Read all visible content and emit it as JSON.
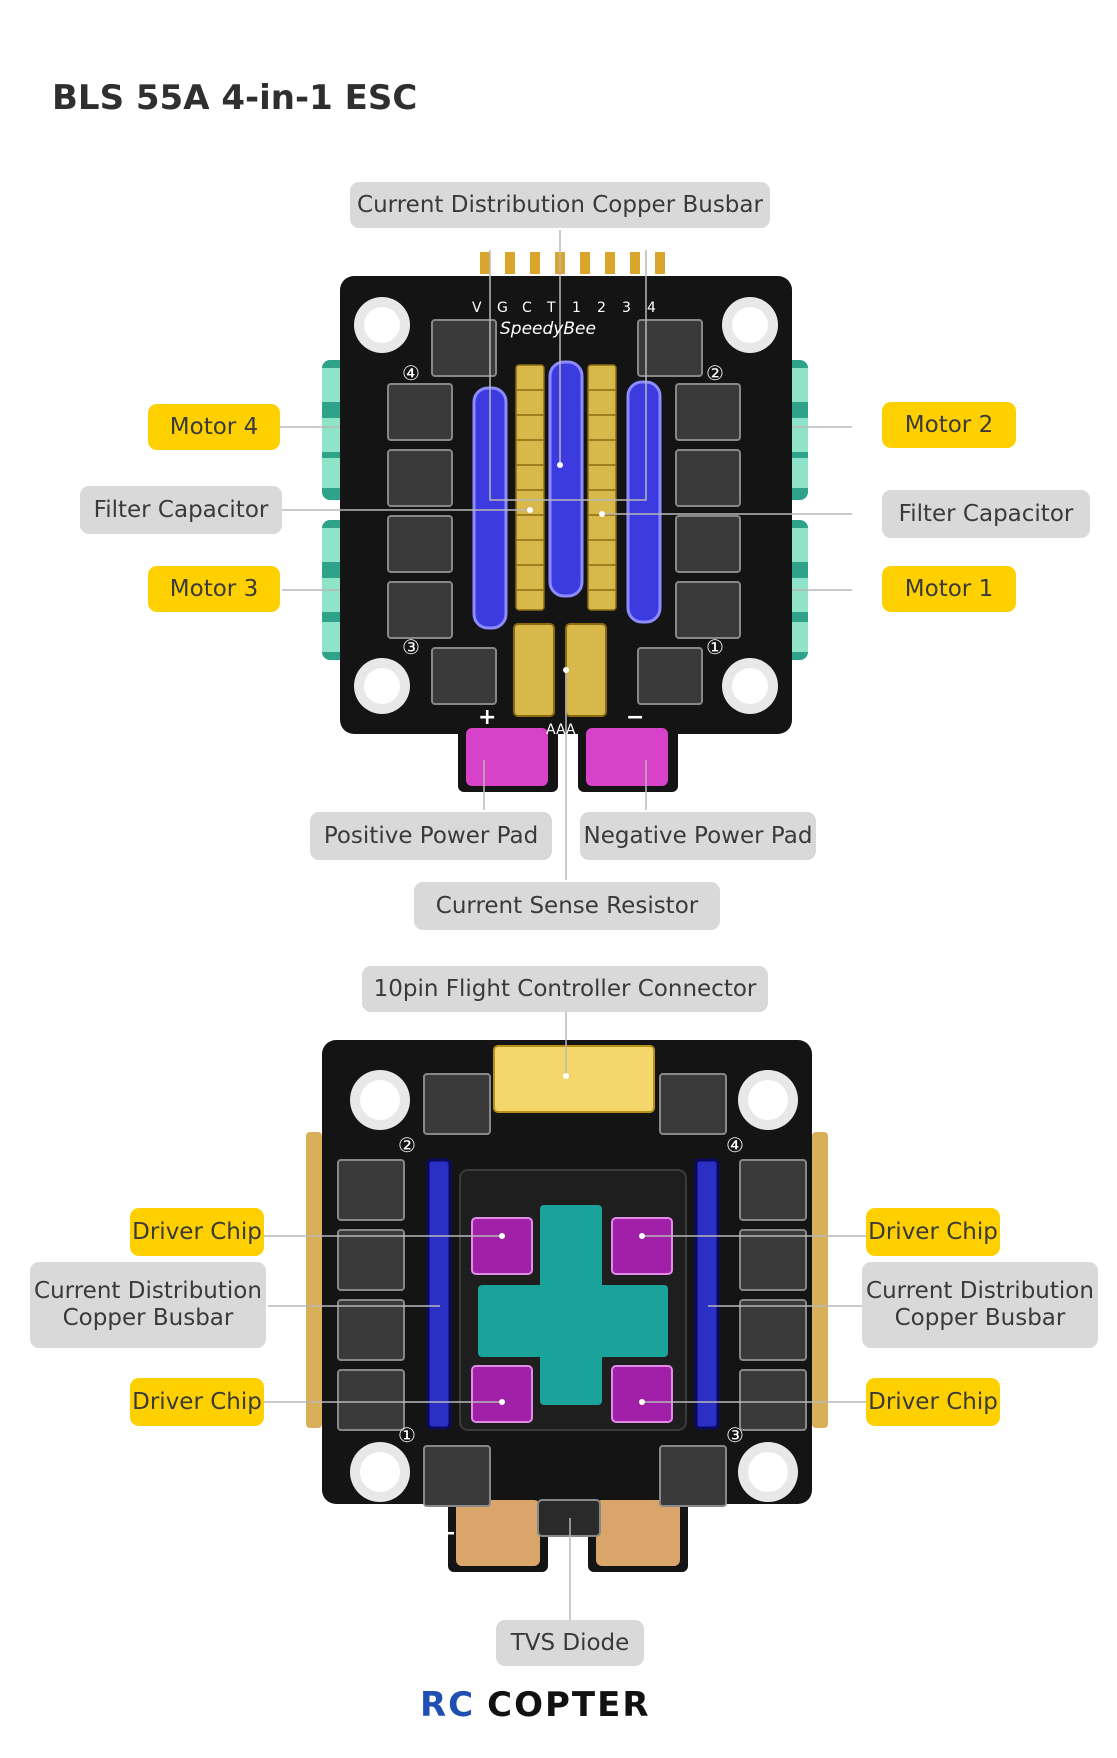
{
  "title": "BLS 55A 4-in-1 ESC",
  "top_view": {
    "labels": {
      "busbar": "Current Distribution Copper Busbar",
      "motor4": "Motor 4",
      "motor2": "Motor 2",
      "filter_left": "Filter Capacitor",
      "filter_right": "Filter Capacitor",
      "motor3": "Motor 3",
      "motor1": "Motor 1",
      "pos_pad": "Positive Power Pad",
      "neg_pad": "Negative Power Pad",
      "sense": "Current Sense Resistor"
    },
    "pins": [
      "V",
      "G",
      "C",
      "T",
      "1",
      "2",
      "3",
      "4"
    ],
    "brand": "SpeedyBee",
    "marks": {
      "c4": "④",
      "c2": "②",
      "c3": "③",
      "c1": "①",
      "plus": "+",
      "minus": "−",
      "code": "AAA"
    }
  },
  "bottom_view": {
    "labels": {
      "connector": "10pin Flight Controller Connector",
      "driver_tl": "Driver Chip",
      "driver_tr": "Driver Chip",
      "busbar_left": "Current Distribution\nCopper Busbar",
      "busbar_right": "Current Distribution\nCopper Busbar",
      "driver_bl": "Driver Chip",
      "driver_br": "Driver Chip",
      "tvs": "TVS Diode"
    },
    "marks": {
      "c2": "②",
      "c4": "④",
      "c1": "①",
      "c3": "③",
      "minus": "−",
      "plus": "+"
    }
  },
  "logo": {
    "part1": "RC",
    "part2": "COPTER"
  }
}
